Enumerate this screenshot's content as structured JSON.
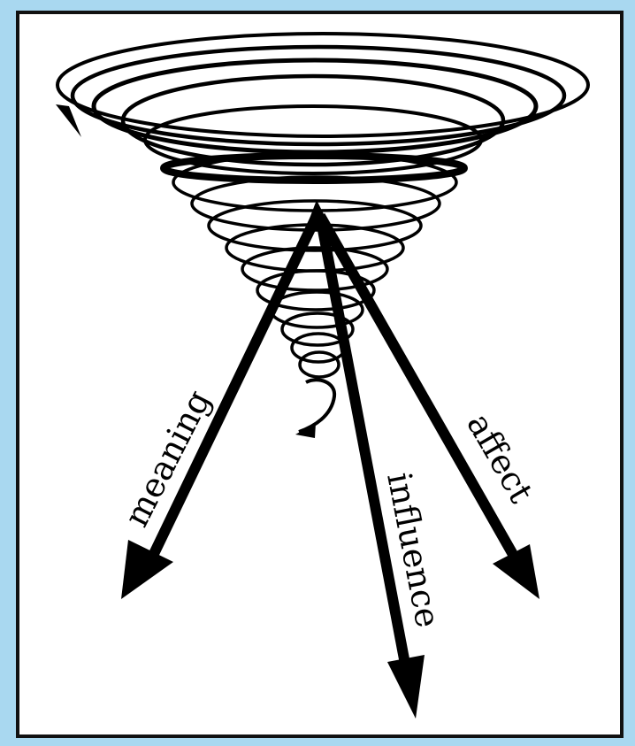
{
  "colors": {
    "outer_border": "#a9d8f0",
    "frame": "#111111",
    "background": "#ffffff",
    "ink": "#000000"
  },
  "diagram": {
    "elements": [
      "spiral-vortex",
      "arrow-meaning",
      "arrow-influence",
      "arrow-affect"
    ],
    "labels": {
      "meaning": "meaning",
      "influence": "influence",
      "affect": "affect"
    }
  }
}
